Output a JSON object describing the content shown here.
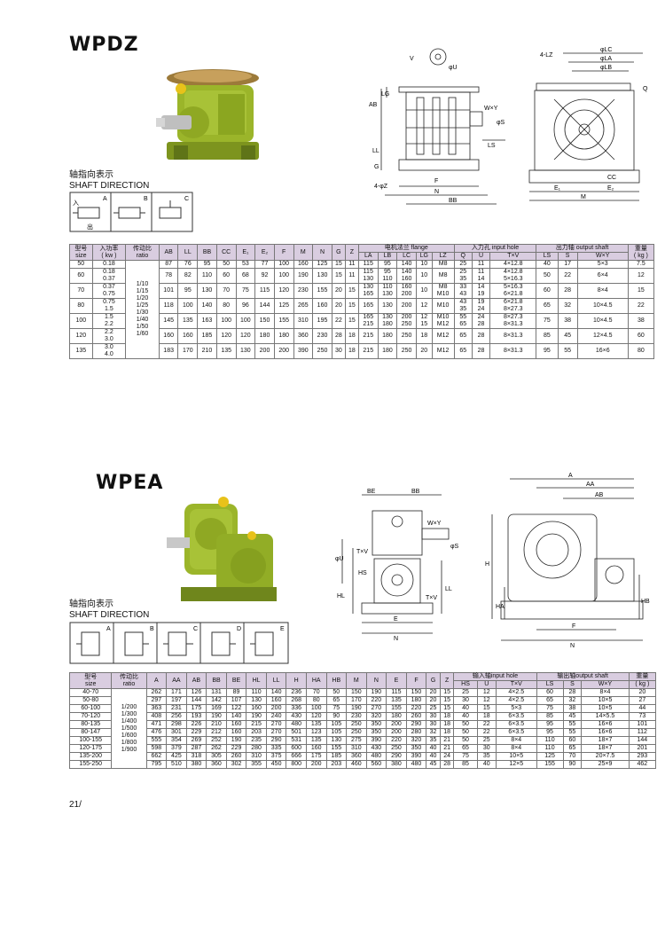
{
  "page_number": "21/",
  "colors": {
    "header_bg": "#d9cde0",
    "gearbox_green": "#9bb52a",
    "gearbox_dark": "#5f7418",
    "cap_yellow": "#e8c21a"
  },
  "wpdz": {
    "title": "WPDZ",
    "shaft_cn": "轴指向表示",
    "shaft_en": "SHAFT DIRECTION",
    "shaft_codes": [
      "A",
      "B",
      "C"
    ],
    "shaft_in": "入",
    "shaft_out": "出",
    "drawing_labels": {
      "v": "V",
      "u": "φU",
      "lg": "LG",
      "ab": "AB",
      "ll": "LL",
      "g": "G",
      "z": "4-φZ",
      "f": "F",
      "n": "N",
      "bb": "BB",
      "wxy": "W×Y",
      "s": "φS",
      "ls": "LS",
      "lz": "4-LZ",
      "lc": "φLC",
      "la": "φLA",
      "lb": "φLB",
      "q": "Q",
      "cc": "CC",
      "e1": "E₁",
      "e2": "E₂",
      "m": "M"
    },
    "table": {
      "h_size": [
        "型号",
        "size"
      ],
      "h_power": [
        "入功率",
        "( kw )"
      ],
      "h_ratio": [
        "传动比",
        "ratio"
      ],
      "h_dims": [
        "AB",
        "LL",
        "BB",
        "CC",
        "E₁",
        "E₂",
        "F",
        "M",
        "N",
        "G",
        "Z"
      ],
      "h_flange": "电机法兰 flange",
      "h_flange_sub": [
        "LA",
        "LB",
        "LC",
        "LG",
        "LZ"
      ],
      "h_input": "入力孔 input hole",
      "h_input_sub": [
        "Q",
        "U",
        "T×V"
      ],
      "h_output": "出力轴 output shaft",
      "h_output_sub": [
        "LS",
        "S",
        "W×Y"
      ],
      "h_weight": [
        "重量",
        "( kg )"
      ],
      "ratios": [
        "1/10",
        "1/15",
        "1/20",
        "1/25",
        "1/30",
        "1/40",
        "1/50",
        "1/60"
      ],
      "groups": [
        {
          "size": "50",
          "power": [
            "0.18"
          ],
          "dims": [
            "87",
            "76",
            "95",
            "50",
            "53",
            "77",
            "100",
            "160",
            "125",
            "15",
            "11"
          ],
          "flange": [
            [
              "115",
              "95",
              "140",
              "10"
            ]
          ],
          "lz": "M8",
          "input": [
            [
              "25",
              "11",
              "4×12.8"
            ]
          ],
          "output": [
            "40",
            "17",
            "5×3"
          ],
          "weight": "7.5"
        },
        {
          "size": "60",
          "power": [
            "0.18",
            "0.37"
          ],
          "dims": [
            "78",
            "82",
            "110",
            "60",
            "68",
            "92",
            "100",
            "190",
            "130",
            "15",
            "11"
          ],
          "flange": [
            [
              "115",
              "95",
              "140",
              "10"
            ],
            [
              "130",
              "110",
              "160",
              ""
            ]
          ],
          "lz": "M8",
          "input": [
            [
              "25",
              "11",
              "4×12.8"
            ],
            [
              "35",
              "14",
              "5×16.3"
            ]
          ],
          "output": [
            "50",
            "22",
            "6×4"
          ],
          "weight": "12"
        },
        {
          "size": "70",
          "power": [
            "0.37",
            "0.75"
          ],
          "dims": [
            "101",
            "95",
            "130",
            "70",
            "75",
            "115",
            "120",
            "230",
            "155",
            "20",
            "15"
          ],
          "flange": [
            [
              "130",
              "110",
              "160",
              "10"
            ],
            [
              "165",
              "130",
              "200",
              ""
            ]
          ],
          "lz": "M8",
          "lz2": "M10",
          "input": [
            [
              "33",
              "14",
              "5×16.3"
            ],
            [
              "43",
              "19",
              "6×21.8"
            ]
          ],
          "output": [
            "60",
            "28",
            "8×4"
          ],
          "weight": "15"
        },
        {
          "size": "80",
          "power": [
            "0.75",
            "1.5"
          ],
          "dims": [
            "118",
            "100",
            "140",
            "80",
            "96",
            "144",
            "125",
            "265",
            "160",
            "20",
            "15"
          ],
          "flange": [
            [
              "165",
              "130",
              "200",
              "12"
            ]
          ],
          "lz": "M10",
          "input": [
            [
              "43",
              "19",
              "6×21.8"
            ],
            [
              "35",
              "24",
              "8×27.3"
            ]
          ],
          "output": [
            "65",
            "32",
            "10×4.5"
          ],
          "weight": "22"
        },
        {
          "size": "100",
          "power": [
            "1.5",
            "2.2"
          ],
          "dims": [
            "145",
            "135",
            "163",
            "100",
            "100",
            "150",
            "155",
            "310",
            "195",
            "22",
            "15"
          ],
          "flange": [
            [
              "165",
              "130",
              "200",
              "12"
            ],
            [
              "215",
              "180",
              "250",
              "15"
            ]
          ],
          "lz": "M10",
          "lz2": "M12",
          "input": [
            [
              "55",
              "24",
              "8×27.3"
            ],
            [
              "65",
              "28",
              "8×31.3"
            ]
          ],
          "output": [
            "75",
            "38",
            "10×4.5"
          ],
          "weight": "38"
        },
        {
          "size": "120",
          "power": [
            "2.2",
            "3.0"
          ],
          "dims": [
            "160",
            "160",
            "185",
            "120",
            "120",
            "180",
            "180",
            "360",
            "230",
            "28",
            "18"
          ],
          "flange": [
            [
              "215",
              "180",
              "250",
              "18"
            ]
          ],
          "lz": "M12",
          "input": [
            [
              "65",
              "28",
              "8×31.3"
            ]
          ],
          "output": [
            "85",
            "45",
            "12×4.5"
          ],
          "weight": "60"
        },
        {
          "size": "135",
          "power": [
            "3.0",
            "4.0"
          ],
          "dims": [
            "183",
            "170",
            "210",
            "135",
            "130",
            "200",
            "200",
            "390",
            "250",
            "30",
            "18"
          ],
          "flange": [
            [
              "215",
              "180",
              "250",
              "20"
            ]
          ],
          "lz": "M12",
          "input": [
            [
              "65",
              "28",
              "8×31.3"
            ]
          ],
          "output": [
            "95",
            "55",
            "16×6"
          ],
          "weight": "80"
        }
      ]
    }
  },
  "wpea": {
    "title": "WPEA",
    "shaft_cn": "轴指向表示",
    "shaft_en": "SHAFT DIRECTION",
    "shaft_codes": [
      "A",
      "B",
      "C",
      "D",
      "E"
    ],
    "drawing_labels": {
      "be": "BE",
      "bb": "BB",
      "wxy": "W×Y",
      "txv": "T×V",
      "u": "φU",
      "hs": "HS",
      "s": "φS",
      "hl": "HL",
      "ll": "LL",
      "e": "E",
      "n": "N",
      "a": "A",
      "aa": "AA",
      "ab": "AB",
      "h": "H",
      "ha": "HA",
      "hb": "HB",
      "f": "F",
      "n2": "N"
    },
    "table": {
      "h_size": [
        "型号",
        "size"
      ],
      "h_ratio": [
        "传动比",
        "ratio"
      ],
      "h_dims": [
        "A",
        "AA",
        "AB",
        "BB",
        "BE",
        "HL",
        "LL",
        "H",
        "HA",
        "HB",
        "M",
        "N",
        "E",
        "F",
        "G",
        "Z"
      ],
      "h_input": "输入轴input hole",
      "h_input_sub": [
        "HS",
        "U",
        "T×V"
      ],
      "h_output": "输出轴output shaft",
      "h_output_sub": [
        "LS",
        "S",
        "W×Y"
      ],
      "h_weight": [
        "重量",
        "( kg )"
      ],
      "ratios": [
        "1/200",
        "1/300",
        "1/400",
        "1/500",
        "1/600",
        "1/800",
        "1/900"
      ],
      "rows": [
        [
          "40-70",
          "262",
          "171",
          "126",
          "131",
          "89",
          "110",
          "140",
          "236",
          "70",
          "50",
          "150",
          "190",
          "115",
          "150",
          "20",
          "15",
          "25",
          "12",
          "4×2.5",
          "60",
          "28",
          "8×4",
          "20"
        ],
        [
          "50-80",
          "297",
          "197",
          "144",
          "142",
          "107",
          "130",
          "160",
          "268",
          "80",
          "65",
          "170",
          "220",
          "135",
          "180",
          "20",
          "15",
          "30",
          "12",
          "4×2.5",
          "65",
          "32",
          "10×5",
          "27"
        ],
        [
          "60-100",
          "363",
          "231",
          "175",
          "169",
          "122",
          "160",
          "200",
          "336",
          "100",
          "75",
          "190",
          "270",
          "155",
          "220",
          "25",
          "15",
          "40",
          "15",
          "5×3",
          "75",
          "38",
          "10×5",
          "44"
        ],
        [
          "70-120",
          "408",
          "256",
          "193",
          "190",
          "140",
          "190",
          "240",
          "430",
          "120",
          "90",
          "230",
          "320",
          "180",
          "260",
          "30",
          "18",
          "40",
          "18",
          "6×3.5",
          "85",
          "45",
          "14×5.5",
          "73"
        ],
        [
          "80-135",
          "471",
          "298",
          "226",
          "210",
          "160",
          "215",
          "270",
          "480",
          "135",
          "105",
          "250",
          "350",
          "200",
          "290",
          "30",
          "18",
          "50",
          "22",
          "6×3.5",
          "95",
          "55",
          "16×6",
          "101"
        ],
        [
          "80-147",
          "476",
          "301",
          "229",
          "212",
          "160",
          "203",
          "270",
          "501",
          "123",
          "105",
          "250",
          "350",
          "200",
          "280",
          "32",
          "18",
          "50",
          "22",
          "6×3.5",
          "95",
          "55",
          "16×6",
          "112"
        ],
        [
          "100-155",
          "555",
          "354",
          "269",
          "252",
          "190",
          "235",
          "290",
          "531",
          "135",
          "130",
          "275",
          "390",
          "220",
          "320",
          "35",
          "21",
          "50",
          "25",
          "8×4",
          "110",
          "60",
          "18×7",
          "144"
        ],
        [
          "120-175",
          "598",
          "379",
          "287",
          "262",
          "229",
          "280",
          "335",
          "600",
          "160",
          "155",
          "310",
          "430",
          "250",
          "350",
          "40",
          "21",
          "65",
          "30",
          "8×4",
          "110",
          "65",
          "18×7",
          "201"
        ],
        [
          "135-200",
          "662",
          "425",
          "318",
          "305",
          "260",
          "310",
          "375",
          "666",
          "175",
          "185",
          "360",
          "480",
          "290",
          "390",
          "40",
          "24",
          "75",
          "35",
          "10×5",
          "125",
          "70",
          "20×7.5",
          "293"
        ],
        [
          "155-250",
          "795",
          "510",
          "380",
          "360",
          "302",
          "355",
          "450",
          "800",
          "200",
          "203",
          "460",
          "560",
          "380",
          "480",
          "45",
          "28",
          "85",
          "40",
          "12×5",
          "155",
          "90",
          "25×9",
          "462"
        ]
      ]
    }
  }
}
